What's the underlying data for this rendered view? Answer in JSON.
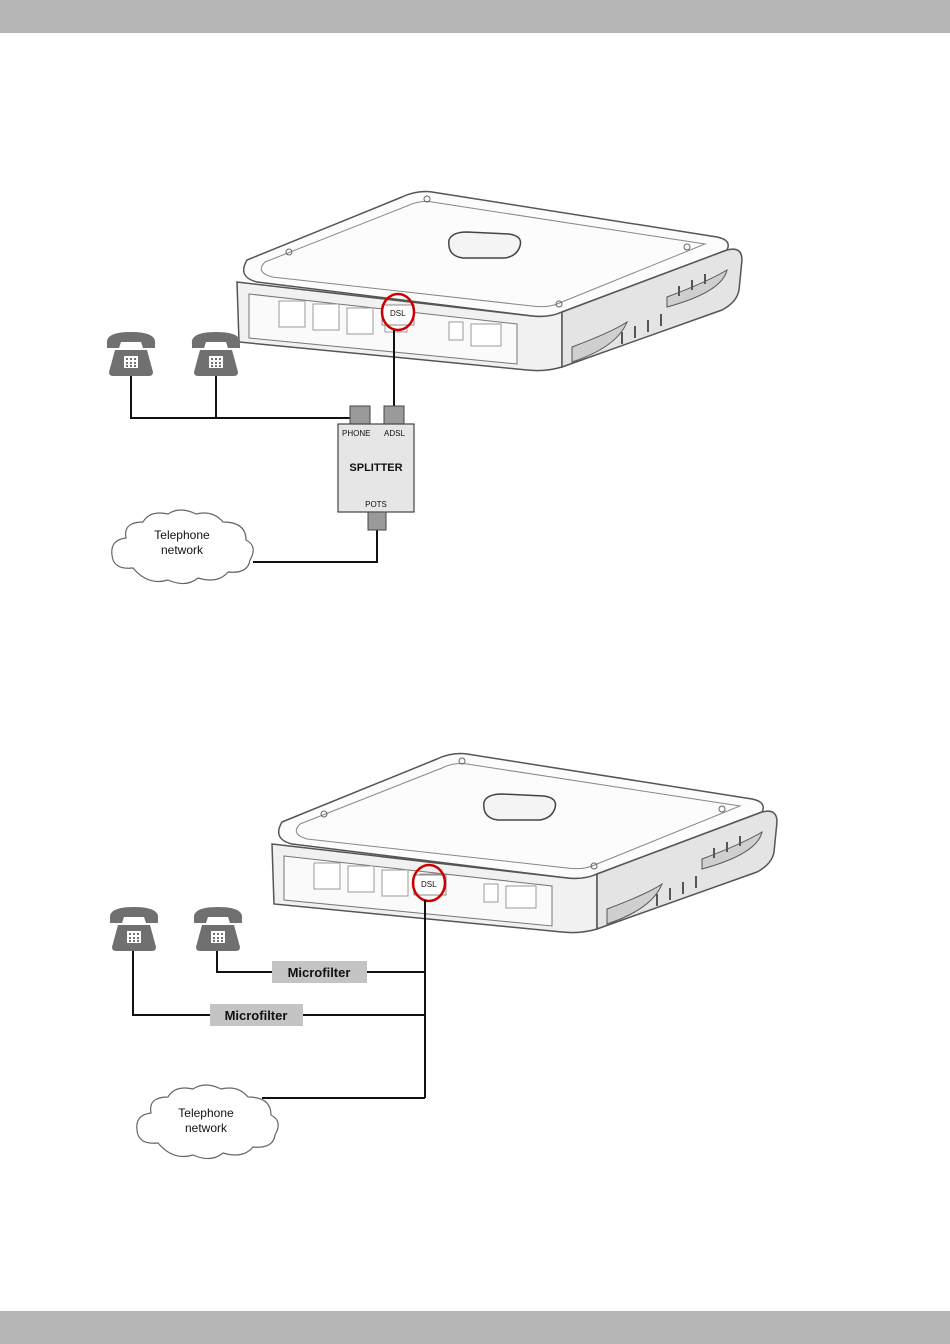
{
  "diagram1": {
    "router_port": "DSL",
    "splitter": {
      "title": "SPLITTER",
      "port_phone": "PHONE",
      "port_adsl": "ADSL",
      "port_pots": "POTS"
    },
    "cloud": {
      "line1": "Telephone",
      "line2": "network"
    },
    "phone_count": 2
  },
  "diagram2": {
    "router_port": "DSL",
    "filter1": "Microfilter",
    "filter2": "Microfilter",
    "cloud": {
      "line1": "Telephone",
      "line2": "network"
    },
    "phone_count": 2
  },
  "colors": {
    "band": "#b5b5b5",
    "highlight": "#cc0000",
    "phone": "#707070",
    "filter_box": "#c4c4c4",
    "splitter_box": "#e6e6e6"
  }
}
